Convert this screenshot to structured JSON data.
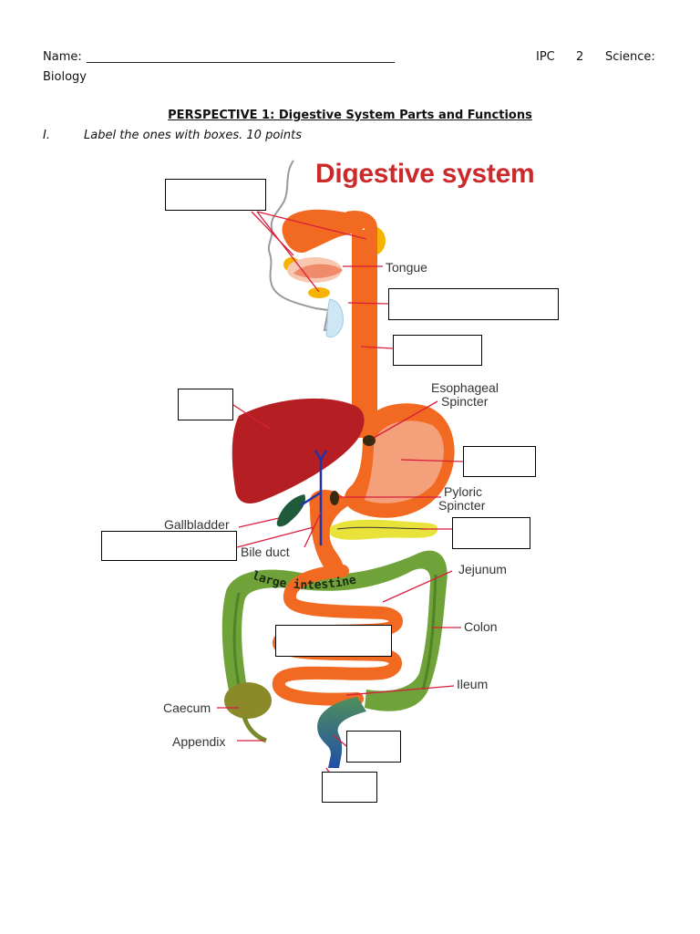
{
  "header": {
    "name_label": "Name:",
    "name_blank": "____________________________________________________",
    "class_code": "IPC",
    "class_num": "2",
    "subject_a": "Science:",
    "subject_b": "Biology"
  },
  "section": {
    "title": "PERSPECTIVE 1: Digestive System Parts and Functions",
    "item_number": "I.",
    "instruction": "Label the ones with boxes. 10 points"
  },
  "diagram": {
    "title": "Digestive system",
    "labels": {
      "tongue": "Tongue",
      "esophageal_1": "Esophageal",
      "esophageal_2": "Spincter",
      "pyloric_1": "Pyloric",
      "pyloric_2": "Spincter",
      "gallbladder": "Gallbladder",
      "bile_duct": "Bile duct",
      "jejunum": "Jejunum",
      "colon": "Colon",
      "ileum": "Ileum",
      "caecum": "Caecum",
      "appendix": "Appendix",
      "large_intestine": "large intestine"
    },
    "colors": {
      "title": "#cc2a2a",
      "tract": "#f26a21",
      "liver": "#b51f24",
      "stomach": "#f4a07a",
      "large_intestine": "#6fa33a",
      "gallbladder": "#1f5a3a",
      "pancreas": "#e8e23a",
      "leader": "#d81e3c",
      "duct": "#2233aa"
    },
    "answer_box_count": 10
  }
}
